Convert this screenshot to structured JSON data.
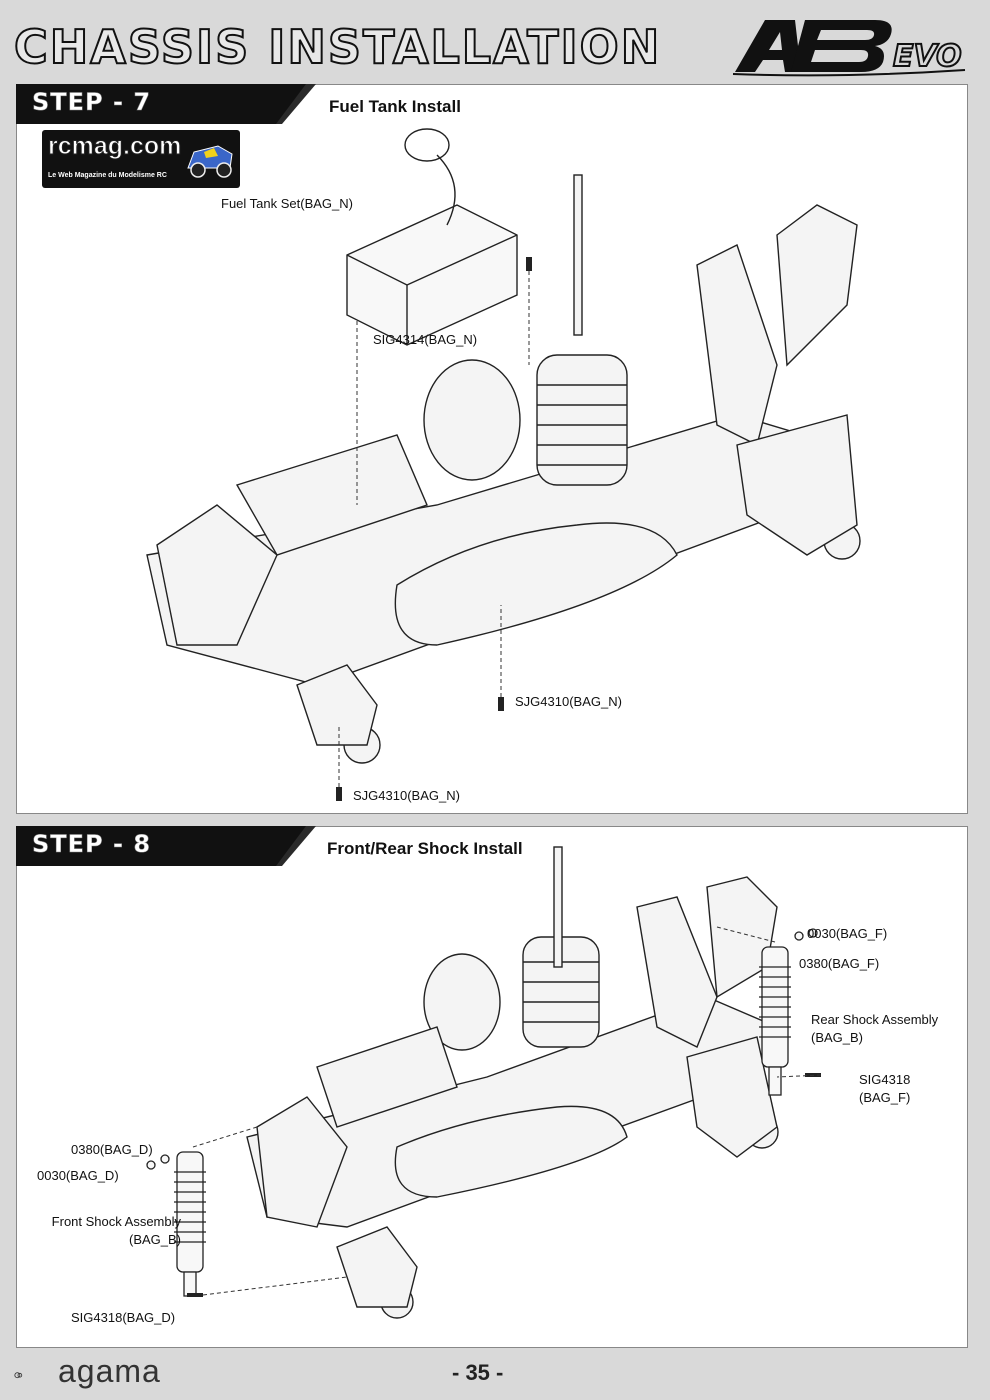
{
  "header": {
    "title": "CHASSIS INSTALLATION",
    "logo_text": "A8",
    "logo_suffix": "EVO"
  },
  "watermark": {
    "site": "rcmag.com",
    "tagline": "Le Web Magazine du Modelisme RC"
  },
  "steps": [
    {
      "label": "STEP - 7",
      "title": "Fuel Tank Install",
      "callouts": [
        "Fuel Tank Set(BAG_N)",
        "SIG4314(BAG_N)",
        "SJG4310(BAG_N)",
        "SJG4310(BAG_N)"
      ]
    },
    {
      "label": "STEP - 8",
      "title": "Front/Rear Shock Install",
      "callouts": [
        "0030(BAG_F)",
        "0380(BAG_F)",
        "Rear Shock Assembly",
        "(BAG_B)",
        "SIG4318",
        "(BAG_F)",
        "0380(BAG_D)",
        "0030(BAG_D)",
        "Front Shock Assembly",
        "(BAG_B)",
        "SIG4318(BAG_D)"
      ]
    }
  ],
  "footer": {
    "brand": "agama",
    "page_number": "- 35 -"
  }
}
